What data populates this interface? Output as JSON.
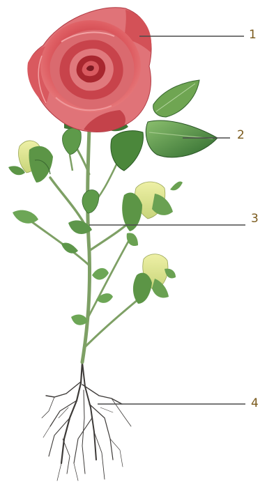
{
  "diagram": {
    "callouts": [
      {
        "number": "1"
      },
      {
        "number": "2"
      },
      {
        "number": "3"
      },
      {
        "number": "4"
      }
    ],
    "colors": {
      "petal": "#d94a52",
      "petal_dark": "#a8272f",
      "petal_light": "#ec7a7c",
      "leaf": "#4e8a3e",
      "leaf_dark": "#2f5e2a",
      "stem": "#7ea065",
      "bud_yellow": "#e9e48a",
      "root": "#3d3a38",
      "line": "#4a4a4a",
      "number": "#7a5a1c"
    }
  }
}
